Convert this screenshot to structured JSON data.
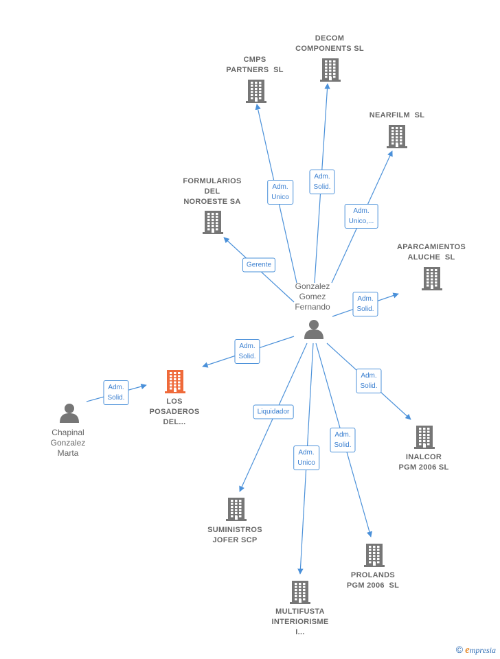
{
  "colors": {
    "building": "#767676",
    "building_focus": "#ef6a3a",
    "person": "#767676",
    "edge": "#4a90d9",
    "text": "#666666"
  },
  "nodes": {
    "gonzalez": {
      "label": "Gonzalez\nGomez\nFernando",
      "kind": "person"
    },
    "chapinal": {
      "label": "Chapinal\nGonzalez\nMarta",
      "kind": "person"
    },
    "posaderos": {
      "label": "LOS\nPOSADEROS\nDEL...",
      "kind": "company-focus"
    },
    "cmps": {
      "label": "CMPS\nPARTNERS  SL",
      "kind": "company"
    },
    "decom": {
      "label": "DECOM\nCOMPONENTS SL",
      "kind": "company"
    },
    "nearfilm": {
      "label": "NEARFILM  SL",
      "kind": "company"
    },
    "formularios": {
      "label": "FORMULARIOS\nDEL\nNOROESTE SA",
      "kind": "company"
    },
    "aparcamientos": {
      "label": "APARCAMIENTOS\nALUCHE  SL",
      "kind": "company"
    },
    "inalcor": {
      "label": "INALCOR\nPGM 2006 SL",
      "kind": "company"
    },
    "suministros": {
      "label": "SUMINISTROS\nJOFER SCP",
      "kind": "company"
    },
    "prolands": {
      "label": "PROLANDS\nPGM 2006  SL",
      "kind": "company"
    },
    "multifusta": {
      "label": "MULTIFUSTA\nINTERIORISME\nI...",
      "kind": "company"
    }
  },
  "edges": {
    "cmps": "Adm.\nUnico",
    "decom": "Adm.\nSolid.",
    "nearfilm": "Adm.\nUnico,...",
    "formularios": "Gerente",
    "aparcamientos": "Adm.\nSolid.",
    "posaderos_g": "Adm.\nSolid.",
    "posaderos_c": "Adm.\nSolid.",
    "inalcor": "Adm.\nSolid.",
    "suministros": "Liquidador",
    "multifusta": "Adm.\nUnico",
    "prolands": "Adm.\nSolid."
  },
  "brand": {
    "copyright": "©",
    "initial": "e",
    "name": "mpresia"
  }
}
